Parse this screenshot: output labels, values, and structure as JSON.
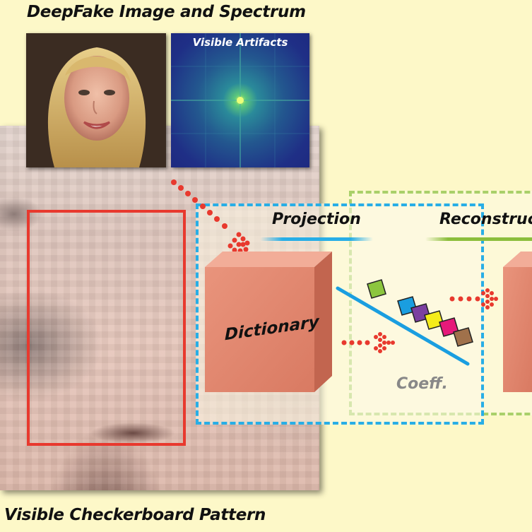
{
  "titles": {
    "top": "DeepFake Image and Spectrum",
    "bottom": "Visible Checkerboard Pattern"
  },
  "spectrum": {
    "label": "Visible Artifacts"
  },
  "diagram": {
    "projection_label": "Projection",
    "reconstruction_label": "Reconstruc",
    "dictionary_label": "Dictionary",
    "coeff_label": "Coeff."
  },
  "colors": {
    "blue_frame": "#28aee6",
    "green_frame": "#a9d06a",
    "red_box": "#e8392e",
    "dictionary_block": "#e0826a",
    "coeff_squares": [
      "#8cc63f",
      "#1a9ee0",
      "#7b3fa0",
      "#f5ec1a",
      "#e6197a",
      "#a0714b"
    ]
  }
}
